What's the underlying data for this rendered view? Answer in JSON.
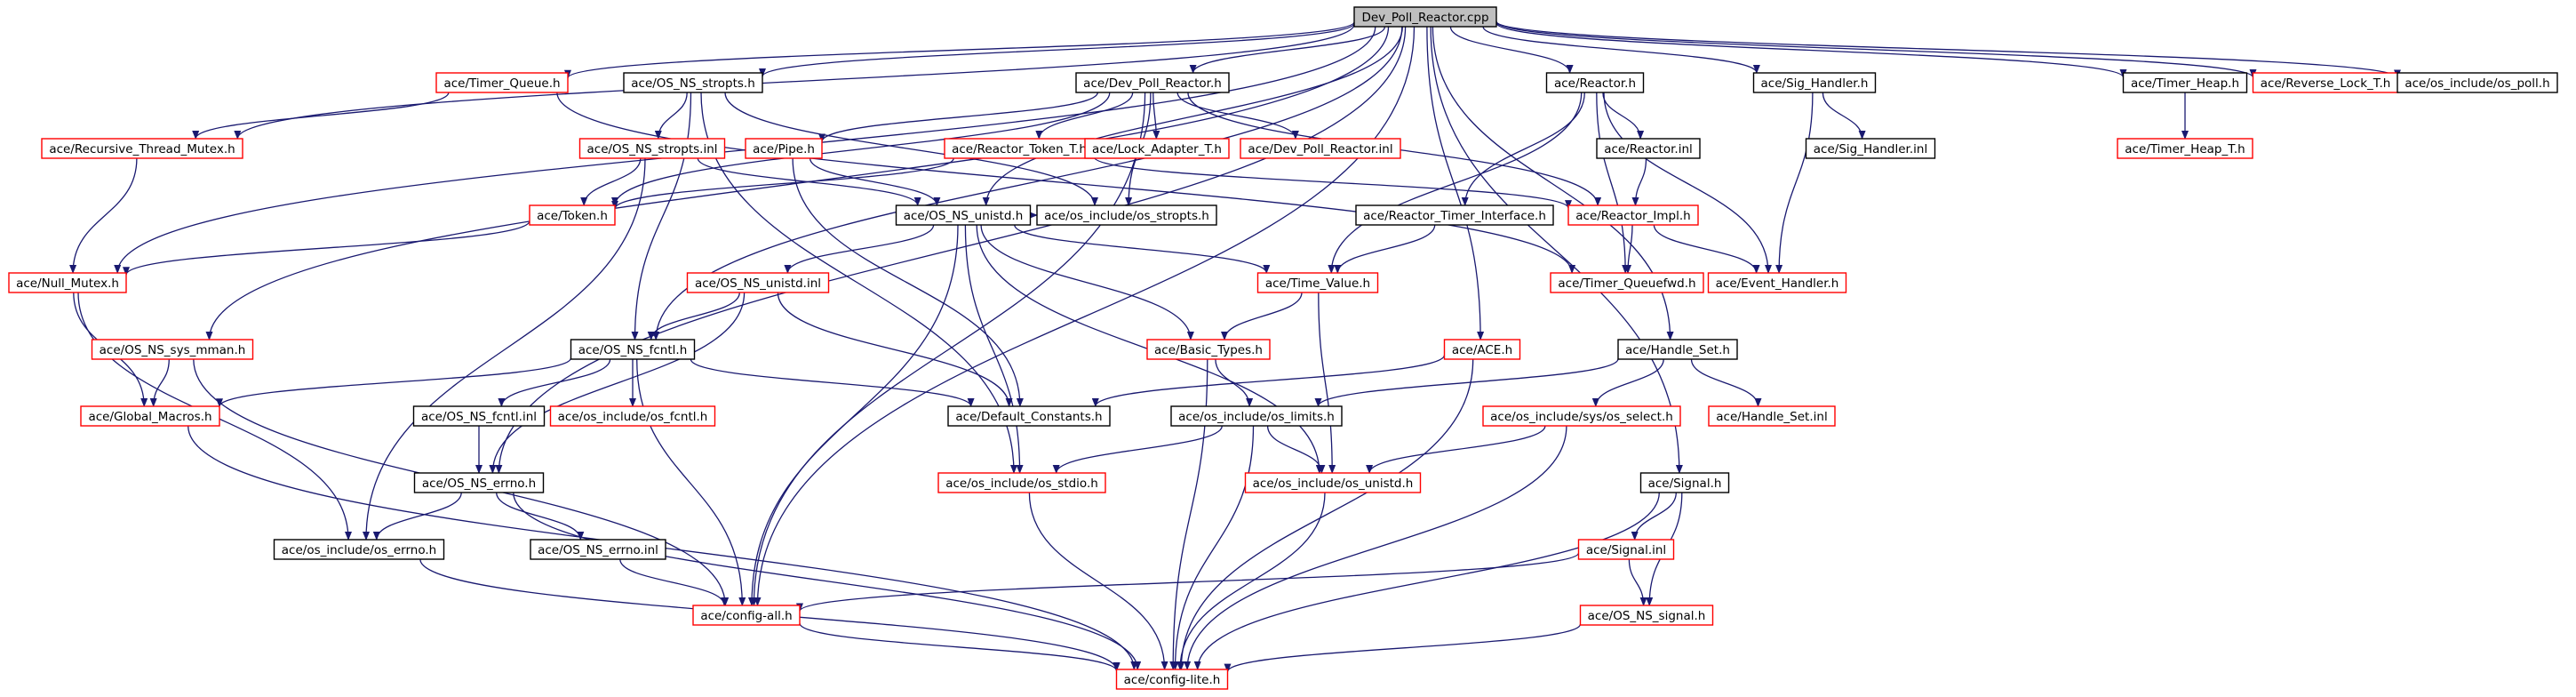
{
  "colors": {
    "edge": "#191970",
    "root_fill": "#bfbfbf",
    "root_border": "#000000",
    "local_border": "#000000",
    "external_border": "#ff0000",
    "label": "#000000",
    "background": "#ffffff"
  },
  "nodes": [
    {
      "id": "root",
      "label": "Dev_Poll_Reactor.cpp",
      "kind": "root"
    },
    {
      "id": "timer_queue_h",
      "label": "ace/Timer_Queue.h",
      "kind": "external"
    },
    {
      "id": "os_ns_stropts_h",
      "label": "ace/OS_NS_stropts.h",
      "kind": "local"
    },
    {
      "id": "dev_poll_reactor_h",
      "label": "ace/Dev_Poll_Reactor.h",
      "kind": "local"
    },
    {
      "id": "reactor_h",
      "label": "ace/Reactor.h",
      "kind": "local"
    },
    {
      "id": "sig_handler_h",
      "label": "ace/Sig_Handler.h",
      "kind": "local"
    },
    {
      "id": "timer_heap_h",
      "label": "ace/Timer_Heap.h",
      "kind": "local"
    },
    {
      "id": "reverse_lock_t_h",
      "label": "ace/Reverse_Lock_T.h",
      "kind": "external"
    },
    {
      "id": "os_poll_h",
      "label": "ace/os_include/os_poll.h",
      "kind": "local"
    },
    {
      "id": "recursive_thread_mutex_h",
      "label": "ace/Recursive_Thread_Mutex.h",
      "kind": "external"
    },
    {
      "id": "os_ns_stropts_inl",
      "label": "ace/OS_NS_stropts.inl",
      "kind": "external"
    },
    {
      "id": "pipe_h",
      "label": "ace/Pipe.h",
      "kind": "external"
    },
    {
      "id": "reactor_token_t_h",
      "label": "ace/Reactor_Token_T.h",
      "kind": "external"
    },
    {
      "id": "lock_adapter_t_h",
      "label": "ace/Lock_Adapter_T.h",
      "kind": "external"
    },
    {
      "id": "dev_poll_reactor_inl",
      "label": "ace/Dev_Poll_Reactor.inl",
      "kind": "external"
    },
    {
      "id": "reactor_inl",
      "label": "ace/Reactor.inl",
      "kind": "local"
    },
    {
      "id": "sig_handler_inl",
      "label": "ace/Sig_Handler.inl",
      "kind": "local"
    },
    {
      "id": "timer_heap_t_h",
      "label": "ace/Timer_Heap_T.h",
      "kind": "external"
    },
    {
      "id": "token_h",
      "label": "ace/Token.h",
      "kind": "external"
    },
    {
      "id": "os_ns_unistd_h",
      "label": "ace/OS_NS_unistd.h",
      "kind": "local"
    },
    {
      "id": "os_stropts_h",
      "label": "ace/os_include/os_stropts.h",
      "kind": "local"
    },
    {
      "id": "reactor_timer_interface_h",
      "label": "ace/Reactor_Timer_Interface.h",
      "kind": "local"
    },
    {
      "id": "reactor_impl_h",
      "label": "ace/Reactor_Impl.h",
      "kind": "external"
    },
    {
      "id": "null_mutex_h",
      "label": "ace/Null_Mutex.h",
      "kind": "external"
    },
    {
      "id": "os_ns_unistd_inl",
      "label": "ace/OS_NS_unistd.inl",
      "kind": "external"
    },
    {
      "id": "time_value_h",
      "label": "ace/Time_Value.h",
      "kind": "external"
    },
    {
      "id": "timer_queuefwd_h",
      "label": "ace/Timer_Queuefwd.h",
      "kind": "external"
    },
    {
      "id": "event_handler_h",
      "label": "ace/Event_Handler.h",
      "kind": "external"
    },
    {
      "id": "os_ns_sys_mman_h",
      "label": "ace/OS_NS_sys_mman.h",
      "kind": "external"
    },
    {
      "id": "os_ns_fcntl_h",
      "label": "ace/OS_NS_fcntl.h",
      "kind": "local"
    },
    {
      "id": "basic_types_h",
      "label": "ace/Basic_Types.h",
      "kind": "external"
    },
    {
      "id": "ace_h",
      "label": "ace/ACE.h",
      "kind": "external"
    },
    {
      "id": "handle_set_h",
      "label": "ace/Handle_Set.h",
      "kind": "local"
    },
    {
      "id": "global_macros_h",
      "label": "ace/Global_Macros.h",
      "kind": "external"
    },
    {
      "id": "os_ns_fcntl_inl",
      "label": "ace/OS_NS_fcntl.inl",
      "kind": "local"
    },
    {
      "id": "os_fcntl_h",
      "label": "ace/os_include/os_fcntl.h",
      "kind": "external"
    },
    {
      "id": "default_constants_h",
      "label": "ace/Default_Constants.h",
      "kind": "local"
    },
    {
      "id": "os_limits_h",
      "label": "ace/os_include/os_limits.h",
      "kind": "local"
    },
    {
      "id": "os_select_h",
      "label": "ace/os_include/sys/os_select.h",
      "kind": "external"
    },
    {
      "id": "handle_set_inl",
      "label": "ace/Handle_Set.inl",
      "kind": "external"
    },
    {
      "id": "os_ns_errno_h",
      "label": "ace/OS_NS_errno.h",
      "kind": "local"
    },
    {
      "id": "os_stdio_h",
      "label": "ace/os_include/os_stdio.h",
      "kind": "external"
    },
    {
      "id": "os_unistd_h",
      "label": "ace/os_include/os_unistd.h",
      "kind": "external"
    },
    {
      "id": "signal_h",
      "label": "ace/Signal.h",
      "kind": "local"
    },
    {
      "id": "os_errno_h",
      "label": "ace/os_include/os_errno.h",
      "kind": "local"
    },
    {
      "id": "os_ns_errno_inl",
      "label": "ace/OS_NS_errno.inl",
      "kind": "local"
    },
    {
      "id": "signal_inl",
      "label": "ace/Signal.inl",
      "kind": "external"
    },
    {
      "id": "config_all_h",
      "label": "ace/config-all.h",
      "kind": "external"
    },
    {
      "id": "os_ns_signal_h",
      "label": "ace/OS_NS_signal.h",
      "kind": "external"
    },
    {
      "id": "config_lite_h",
      "label": "ace/config-lite.h",
      "kind": "external"
    }
  ],
  "edges": [
    [
      "root",
      "timer_queue_h"
    ],
    [
      "root",
      "os_ns_stropts_h"
    ],
    [
      "root",
      "dev_poll_reactor_h"
    ],
    [
      "root",
      "reactor_h"
    ],
    [
      "root",
      "sig_handler_h"
    ],
    [
      "root",
      "timer_heap_h"
    ],
    [
      "root",
      "reverse_lock_t_h"
    ],
    [
      "root",
      "os_poll_h"
    ],
    [
      "root",
      "recursive_thread_mutex_h"
    ],
    [
      "root",
      "null_mutex_h"
    ],
    [
      "root",
      "os_ns_sys_mman_h"
    ],
    [
      "root",
      "os_ns_unistd_h"
    ],
    [
      "root",
      "ace_h"
    ],
    [
      "root",
      "handle_set_h"
    ],
    [
      "root",
      "signal_h"
    ],
    [
      "root",
      "os_ns_errno_h"
    ],
    [
      "root",
      "config_all_h"
    ],
    [
      "root",
      "os_ns_fcntl_h"
    ],
    [
      "timer_queue_h",
      "recursive_thread_mutex_h"
    ],
    [
      "timer_queue_h",
      "timer_queuefwd_h"
    ],
    [
      "recursive_thread_mutex_h",
      "null_mutex_h"
    ],
    [
      "os_ns_stropts_h",
      "os_ns_stropts_inl"
    ],
    [
      "os_ns_stropts_h",
      "os_stropts_h"
    ],
    [
      "os_ns_stropts_h",
      "os_ns_fcntl_h"
    ],
    [
      "os_ns_stropts_h",
      "os_stdio_h"
    ],
    [
      "os_ns_stropts_inl",
      "token_h"
    ],
    [
      "os_ns_stropts_inl",
      "os_ns_unistd_h"
    ],
    [
      "os_ns_stropts_inl",
      "os_errno_h"
    ],
    [
      "dev_poll_reactor_h",
      "pipe_h"
    ],
    [
      "dev_poll_reactor_h",
      "reactor_token_t_h"
    ],
    [
      "dev_poll_reactor_h",
      "lock_adapter_t_h"
    ],
    [
      "dev_poll_reactor_h",
      "dev_poll_reactor_inl"
    ],
    [
      "dev_poll_reactor_h",
      "reactor_impl_h"
    ],
    [
      "dev_poll_reactor_h",
      "token_h"
    ],
    [
      "dev_poll_reactor_h",
      "os_stropts_h"
    ],
    [
      "dev_poll_reactor_h",
      "config_all_h"
    ],
    [
      "pipe_h",
      "os_ns_unistd_h"
    ],
    [
      "pipe_h",
      "default_constants_h"
    ],
    [
      "reactor_token_t_h",
      "token_h"
    ],
    [
      "reactor_token_t_h",
      "reactor_impl_h"
    ],
    [
      "token_h",
      "null_mutex_h"
    ],
    [
      "reactor_h",
      "reactor_inl"
    ],
    [
      "reactor_h",
      "reactor_timer_interface_h"
    ],
    [
      "reactor_h",
      "timer_queuefwd_h"
    ],
    [
      "reactor_h",
      "event_handler_h"
    ],
    [
      "reactor_h",
      "time_value_h"
    ],
    [
      "reactor_inl",
      "reactor_impl_h"
    ],
    [
      "reactor_impl_h",
      "timer_queuefwd_h"
    ],
    [
      "reactor_impl_h",
      "event_handler_h"
    ],
    [
      "reactor_timer_interface_h",
      "time_value_h"
    ],
    [
      "sig_handler_h",
      "sig_handler_inl"
    ],
    [
      "sig_handler_h",
      "event_handler_h"
    ],
    [
      "timer_heap_h",
      "timer_heap_t_h"
    ],
    [
      "os_ns_unistd_h",
      "os_ns_unistd_inl"
    ],
    [
      "os_ns_unistd_h",
      "time_value_h"
    ],
    [
      "os_ns_unistd_h",
      "basic_types_h"
    ],
    [
      "os_ns_unistd_h",
      "os_unistd_h"
    ],
    [
      "os_ns_unistd_h",
      "os_stdio_h"
    ],
    [
      "os_ns_unistd_h",
      "config_all_h"
    ],
    [
      "os_ns_unistd_h",
      "os_stropts_h"
    ],
    [
      "os_ns_unistd_inl",
      "os_ns_fcntl_h"
    ],
    [
      "os_ns_unistd_inl",
      "default_constants_h"
    ],
    [
      "os_ns_unistd_inl",
      "os_ns_errno_h"
    ],
    [
      "time_value_h",
      "basic_types_h"
    ],
    [
      "time_value_h",
      "os_unistd_h"
    ],
    [
      "null_mutex_h",
      "global_macros_h"
    ],
    [
      "null_mutex_h",
      "os_errno_h"
    ],
    [
      "os_ns_sys_mman_h",
      "global_macros_h"
    ],
    [
      "os_ns_sys_mman_h",
      "config_all_h"
    ],
    [
      "os_ns_fcntl_h",
      "global_macros_h"
    ],
    [
      "os_ns_fcntl_h",
      "os_ns_fcntl_inl"
    ],
    [
      "os_ns_fcntl_h",
      "os_fcntl_h"
    ],
    [
      "os_ns_fcntl_h",
      "default_constants_h"
    ],
    [
      "os_ns_fcntl_h",
      "config_all_h"
    ],
    [
      "os_ns_fcntl_inl",
      "os_ns_errno_h"
    ],
    [
      "basic_types_h",
      "os_limits_h"
    ],
    [
      "basic_types_h",
      "config_lite_h"
    ],
    [
      "ace_h",
      "default_constants_h"
    ],
    [
      "ace_h",
      "config_lite_h"
    ],
    [
      "handle_set_h",
      "os_select_h"
    ],
    [
      "handle_set_h",
      "handle_set_inl"
    ],
    [
      "handle_set_h",
      "os_limits_h"
    ],
    [
      "global_macros_h",
      "config_lite_h"
    ],
    [
      "os_limits_h",
      "os_unistd_h"
    ],
    [
      "os_limits_h",
      "os_stdio_h"
    ],
    [
      "os_limits_h",
      "config_lite_h"
    ],
    [
      "os_select_h",
      "os_unistd_h"
    ],
    [
      "os_select_h",
      "config_lite_h"
    ],
    [
      "os_ns_errno_h",
      "os_errno_h"
    ],
    [
      "os_ns_errno_h",
      "os_ns_errno_inl"
    ],
    [
      "os_ns_errno_h",
      "config_lite_h"
    ],
    [
      "os_ns_errno_inl",
      "config_all_h"
    ],
    [
      "os_errno_h",
      "config_lite_h"
    ],
    [
      "os_stdio_h",
      "config_lite_h"
    ],
    [
      "os_unistd_h",
      "config_lite_h"
    ],
    [
      "signal_h",
      "signal_inl"
    ],
    [
      "signal_h",
      "os_ns_signal_h"
    ],
    [
      "signal_h",
      "config_lite_h"
    ],
    [
      "signal_inl",
      "os_ns_signal_h"
    ],
    [
      "signal_inl",
      "config_all_h"
    ],
    [
      "os_ns_signal_h",
      "config_lite_h"
    ],
    [
      "config_all_h",
      "config_lite_h"
    ]
  ]
}
